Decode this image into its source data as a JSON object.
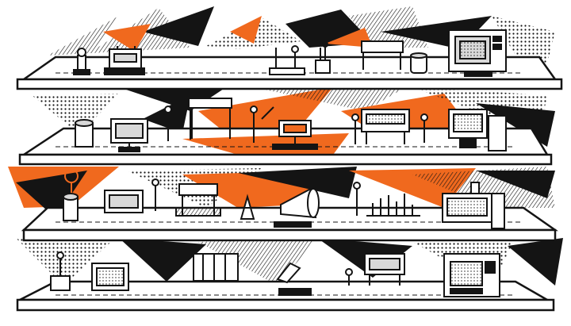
{
  "image": {
    "kind": "illustration",
    "visible_text": []
  },
  "palette": {
    "ink": "#141414",
    "paper": "#ffffff",
    "accent": "#f0691e",
    "grey_light": "#d9d9d9",
    "grey_mid": "#a8a8a8",
    "grey_dark": "#5a5a5a"
  },
  "shelves": [
    {
      "name": "top-shelf",
      "objects": [
        "bollard",
        "cash-register",
        "lamp-post",
        "desk-pen-stand",
        "signpost",
        "jar",
        "crt-computer"
      ]
    },
    {
      "name": "second-shelf",
      "objects": [
        "tin-can",
        "small-monitor",
        "lamp-posts",
        "signboard",
        "pointer-arrows",
        "desk-monitor",
        "control-console",
        "lamp-posts",
        "terminal-kiosk"
      ]
    },
    {
      "name": "third-shelf",
      "objects": [
        "lamp-post",
        "cylinder-device",
        "flat-monitor",
        "signboard",
        "traffic-cone",
        "megaphone",
        "bar-equalizer",
        "lamp-post",
        "arcade-console"
      ]
    },
    {
      "name": "bottom-shelf",
      "objects": [
        "microscope",
        "square-crate",
        "book-panels",
        "desk-lamp",
        "control-box",
        "trophy",
        "atm-machine"
      ]
    }
  ]
}
